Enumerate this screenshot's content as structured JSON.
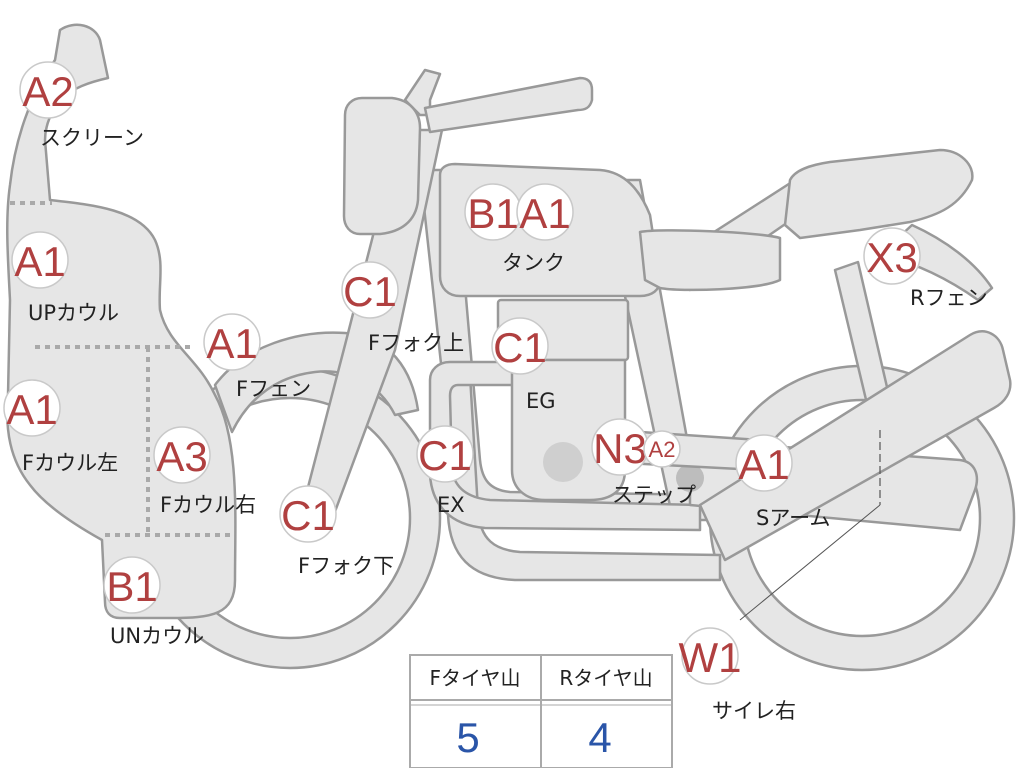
{
  "parts": [
    {
      "id": "screen",
      "code": "A2",
      "label": "スクリーン"
    },
    {
      "id": "upcowl",
      "code": "A1",
      "label": "UPカウル"
    },
    {
      "id": "fcowl_l",
      "code": "A1",
      "label": "Fカウル左"
    },
    {
      "id": "fcowl_r",
      "code": "A3",
      "label": "Fカウル右"
    },
    {
      "id": "uncowl",
      "code": "B1",
      "label": "UNカウル"
    },
    {
      "id": "ffender",
      "code": "A1",
      "label": "Fフェン"
    },
    {
      "id": "ffork_up",
      "code": "C1",
      "label": "Fフォク上"
    },
    {
      "id": "ffork_low",
      "code": "C1",
      "label": "Fフォク下"
    },
    {
      "id": "tank",
      "codes": [
        "B1",
        "A1"
      ],
      "label": "タンク"
    },
    {
      "id": "engine",
      "code": "C1",
      "label": "EG"
    },
    {
      "id": "exhaust",
      "code": "C1",
      "label": "EX"
    },
    {
      "id": "step",
      "code": "N3",
      "code2": "A2",
      "label": "ステップ"
    },
    {
      "id": "swingarm",
      "code": "A1",
      "label": "Sアーム"
    },
    {
      "id": "rfender",
      "code": "X3",
      "label": "Rフェン"
    },
    {
      "id": "silencer",
      "code": "W1",
      "label": "サイレ右"
    }
  ],
  "tire_table": {
    "headers": [
      "Fタイヤ山",
      "Rタイヤ山"
    ],
    "values": [
      "5",
      "4"
    ]
  },
  "colors": {
    "code": "#b04040",
    "value": "#2a55a8",
    "part": "#e6e6e6",
    "outline": "#999999"
  }
}
